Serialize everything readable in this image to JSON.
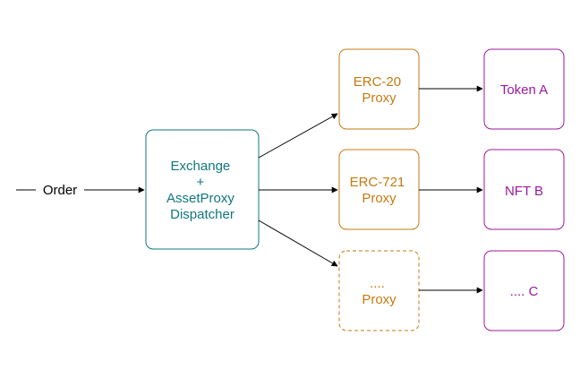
{
  "input": {
    "label": "Order"
  },
  "dispatcher": {
    "lines": [
      "Exchange",
      "+",
      "AssetProxy",
      "Dispatcher"
    ]
  },
  "proxies": [
    {
      "lines": [
        "ERC-20",
        "Proxy"
      ]
    },
    {
      "lines": [
        "ERC-721",
        "Proxy"
      ]
    },
    {
      "lines": [
        "....",
        "Proxy"
      ]
    }
  ],
  "tokens": [
    {
      "label": "Token A"
    },
    {
      "label": "NFT B"
    },
    {
      "label": ".... C"
    }
  ],
  "colors": {
    "dispatcher": "#10777f",
    "proxy": "#c47a10",
    "token": "#9c1a9c",
    "arrow": "#000000"
  }
}
